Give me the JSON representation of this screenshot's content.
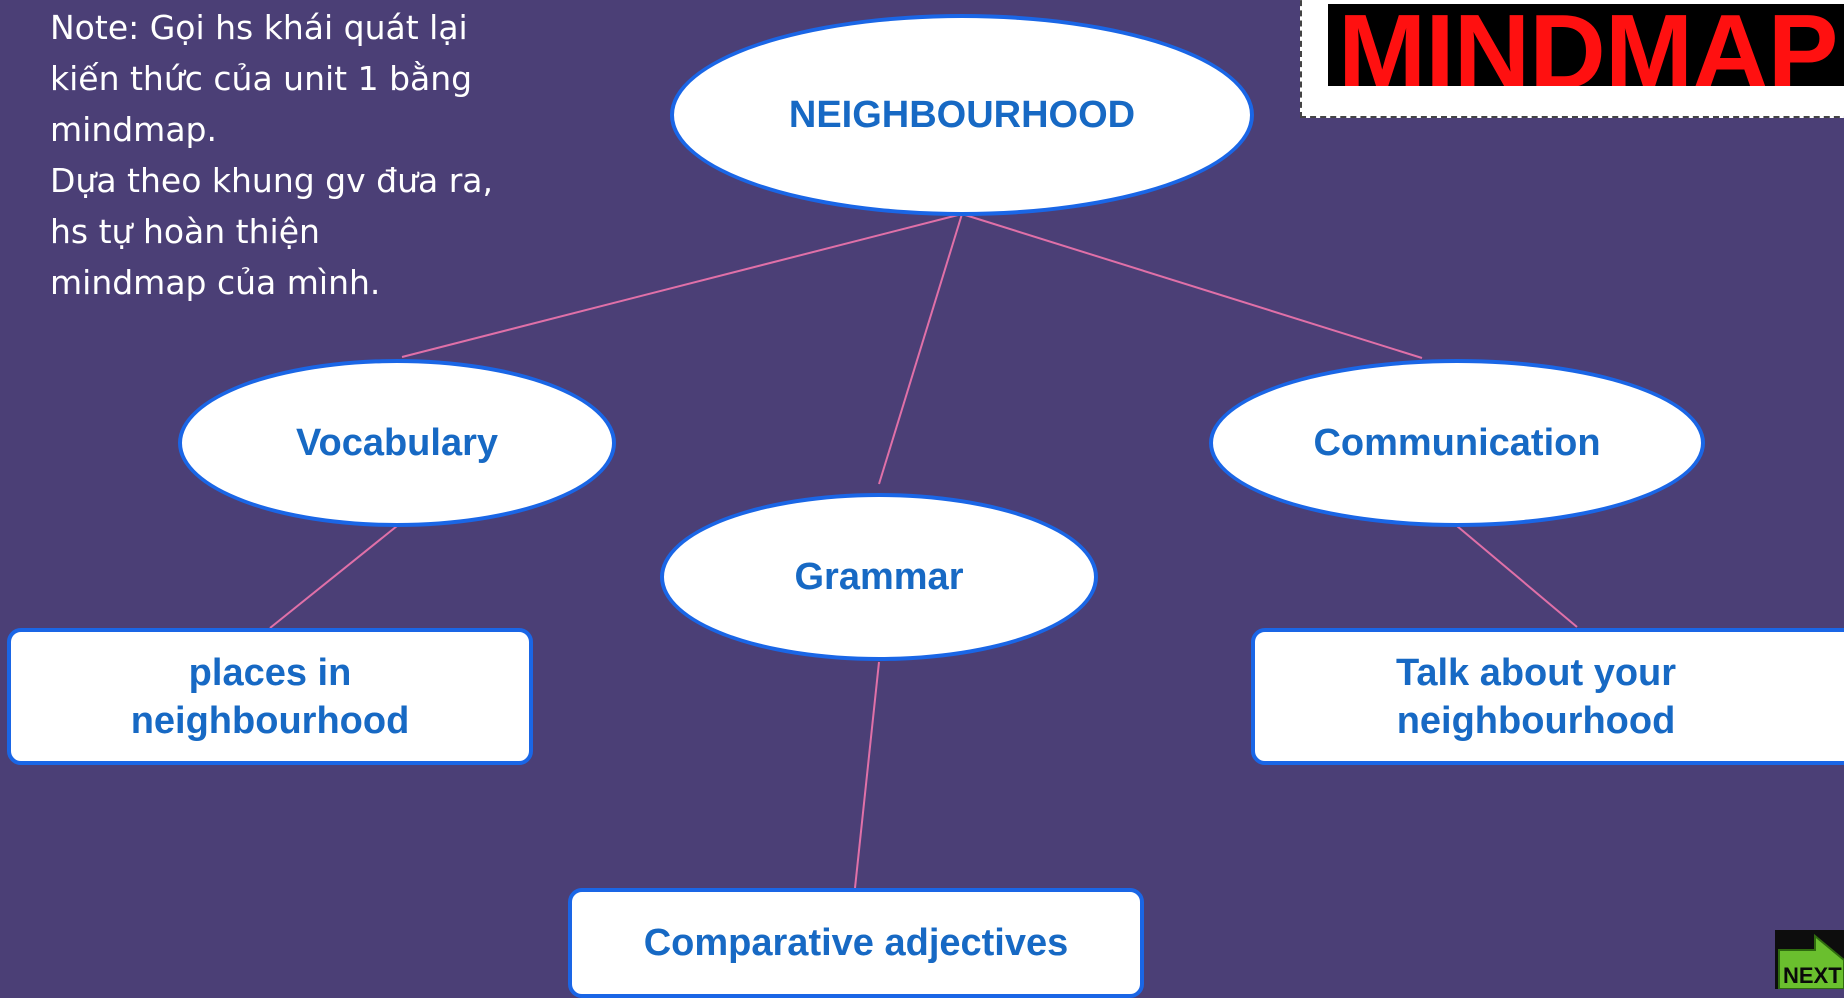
{
  "note": {
    "lines": [
      "Note: Gọi hs khái quát lại",
      "kiến thức của unit 1 bằng",
      "mindmap.",
      "Dựa theo khung gv đưa ra,",
      "hs tự hoàn thiện",
      "mindmap của mình."
    ]
  },
  "title": {
    "text": "MINDMAP",
    "color": "#ff1010"
  },
  "mindmap": {
    "center": "NEIGHBOURHOOD",
    "branches": {
      "vocabulary": {
        "label": "Vocabulary",
        "detail": "places in neighbourhood"
      },
      "grammar": {
        "label": "Grammar",
        "detail": "Comparative adjectives"
      },
      "communication": {
        "label": "Communication",
        "detail": "Talk about your neighbourhood"
      }
    }
  },
  "next_button": {
    "label": "NEXT",
    "color": "#6abf2e"
  },
  "colors": {
    "background": "#4b3f76",
    "node_border": "#1a66e6",
    "node_text": "#1769c4",
    "connector": "#e070a8"
  }
}
